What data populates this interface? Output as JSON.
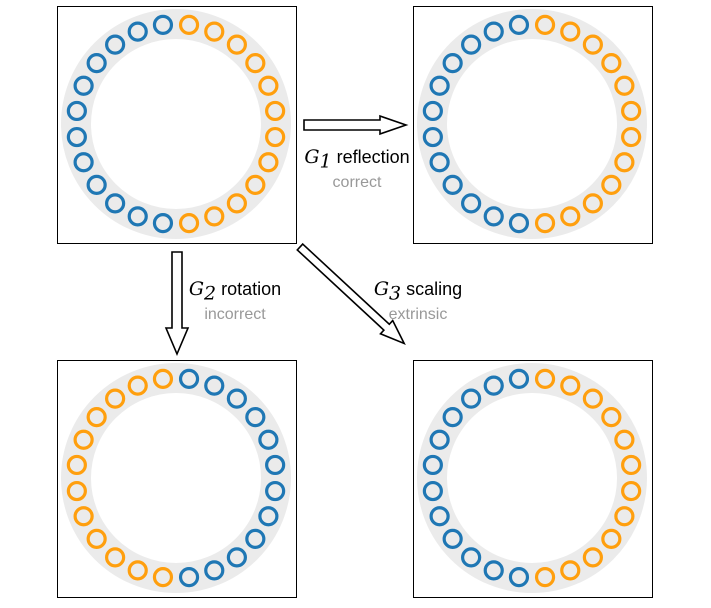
{
  "panels": [
    {
      "id": "original",
      "rotation_deg": 0
    },
    {
      "id": "reflected",
      "rotation_deg": 0
    },
    {
      "id": "rotated",
      "rotation_deg": 180
    },
    {
      "id": "scaled",
      "rotation_deg": 0
    }
  ],
  "ring": {
    "count": 24,
    "track_color": "#ebebeb",
    "colors": {
      "blue": "#1f77b4",
      "orange": "#ff9f0e"
    }
  },
  "labels": {
    "g1": {
      "symbol": "G",
      "index": "1",
      "name": "reflection",
      "verdict": "correct"
    },
    "g2": {
      "symbol": "G",
      "index": "2",
      "name": "rotation",
      "verdict": "incorrect"
    },
    "g3": {
      "symbol": "G",
      "index": "3",
      "name": "scaling",
      "verdict": "extrinsic"
    }
  }
}
